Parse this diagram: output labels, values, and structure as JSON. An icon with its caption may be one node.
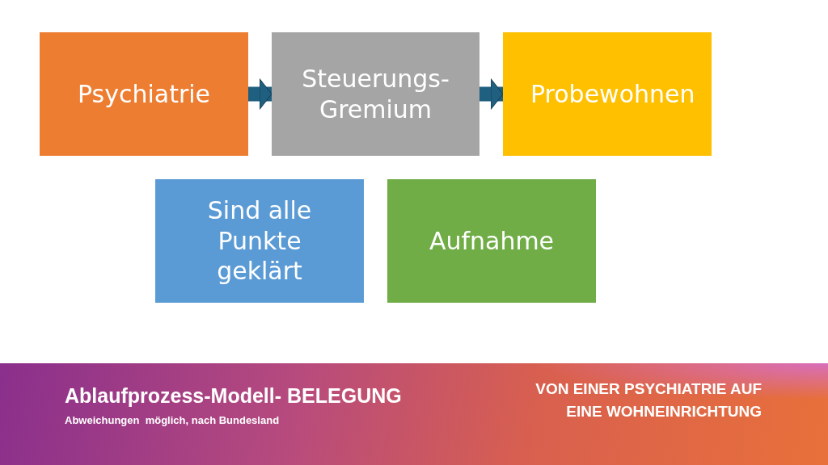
{
  "diagram": {
    "title": "Ablaufprozess-Modell- BELEGUNG",
    "nodes": [
      {
        "text": [
          "Psychiatrie"
        ]
      },
      {
        "text": [
          "Steuerungs- Gremium"
        ]
      },
      {
        "text": [
          "Probewohnen"
        ]
      },
      {
        "text": [
          "Sind alle Punkte geklärt"
        ]
      },
      {
        "text": [
          "Aufnahme"
        ]
      }
    ],
    "edges": [
      {
        "from": 0,
        "to": 1,
        "arrow": "to"
      },
      {
        "from": 1,
        "to": 2,
        "arrow": "to"
      }
    ],
    "labels": [
      "Abweichungen  möglich, nach Bundesland",
      "VON EINER PSYCHIATRIE AUF EINE WOHNEINRICHTUNG"
    ]
  }
}
